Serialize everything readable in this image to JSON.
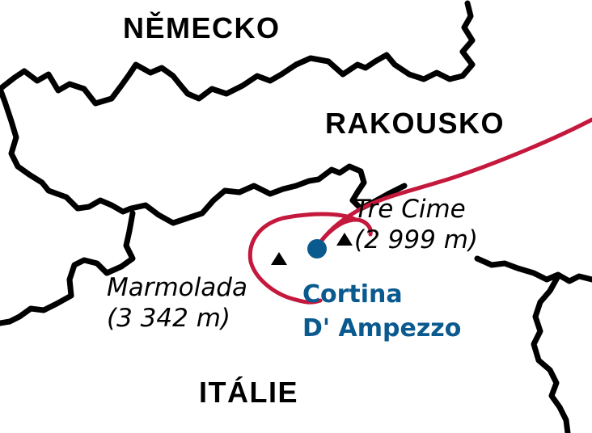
{
  "map": {
    "countries": {
      "germany": "NĚMECKO",
      "austria": "RAKOUSKO",
      "italy": "ITÁLIE"
    },
    "peaks": {
      "marmolada": {
        "name": "Marmolada",
        "elevation": "(3 342 m)"
      },
      "tre_cime": {
        "name": "Tre Cime",
        "elevation": "(2 999 m)"
      }
    },
    "city": {
      "line1": "Cortina",
      "line2": "D' Ampezzo"
    },
    "colors": {
      "border": "#000000",
      "route": "#c4183c",
      "city": "#0a5a8f",
      "background": "#ffffff"
    },
    "icons": {
      "peak_marker": "triangle-peak-icon",
      "city_marker": "city-dot-icon"
    }
  }
}
